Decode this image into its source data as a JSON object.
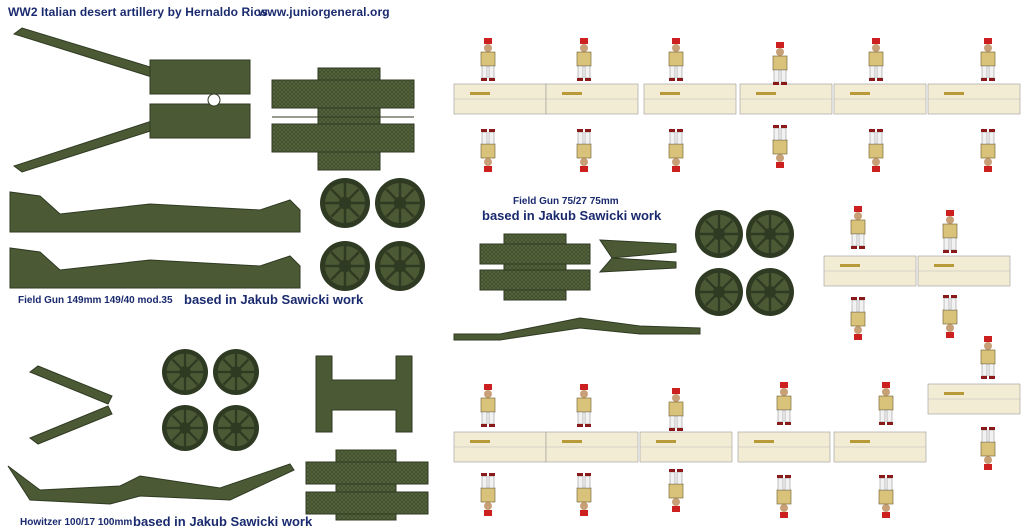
{
  "header": {
    "title": "WW2 Italian desert artillery by Hernaldo Rios",
    "url": "www.juniorgeneral.org"
  },
  "labels": {
    "field_gun_149_prefix": "Field Gun  149mm  149/40  mod.35",
    "field_gun_149_credit": "based in Jakub Sawicki work",
    "field_gun_75_title": "Field Gun 75/27  75mm",
    "field_gun_75_credit": "based in Jakub Sawicki work",
    "howitzer_prefix": "Howitzer 100/17  100mm",
    "howitzer_credit": "based in Jakub Sawicki work"
  },
  "colors": {
    "olive": "#4b5a35",
    "olive_dark": "#2f3a22",
    "stand": "#f3ecd4",
    "khaki": "#d9c27a",
    "fez_red": "#cc1f1f",
    "text": "#1a2a6e"
  }
}
